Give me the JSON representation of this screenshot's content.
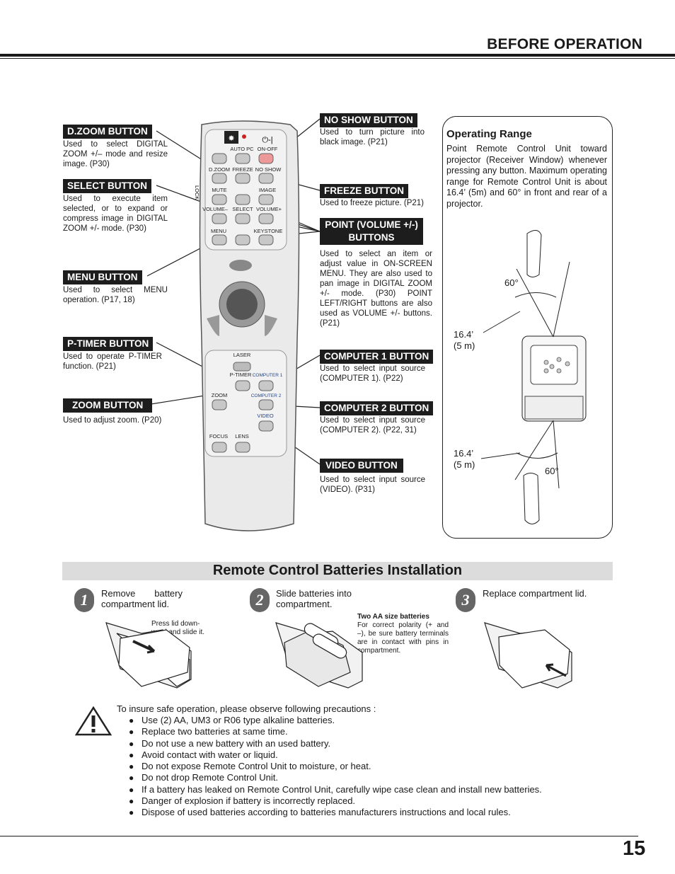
{
  "header": {
    "section_title": "BEFORE OPERATION"
  },
  "callouts": {
    "dzoom": {
      "label": "D.ZOOM BUTTON",
      "desc": "Used to select DIGITAL ZOOM +/– mode and resize image. (P30)"
    },
    "select": {
      "label": "SELECT BUTTON",
      "desc": "Used to execute item selected, or to expand or compress image in DIGITAL ZOOM +/- mode. (P30)"
    },
    "menu": {
      "label": "MENU BUTTON",
      "desc": "Used to select MENU operation. (P17, 18)"
    },
    "ptimer": {
      "label": "P-TIMER BUTTON",
      "desc": "Used to operate P-TIMER function. (P21)"
    },
    "zoom": {
      "label": "ZOOM BUTTON",
      "desc": "Used to adjust zoom. (P20)"
    },
    "noshow": {
      "label": "NO SHOW BUTTON",
      "desc": "Used to turn picture into black image. (P21)"
    },
    "freeze": {
      "label": "FREEZE BUTTON",
      "desc": "Used to freeze picture. (P21)"
    },
    "point": {
      "label_line1": "POINT (VOLUME +/-)",
      "label_line2": "BUTTONS",
      "desc": "Used to select an item or adjust value in ON-SCREEN MENU. They are also used to pan image in DIGITAL ZOOM +/- mode. (P30) POINT LEFT/RIGHT buttons are also used as VOLUME +/- buttons. (P21)"
    },
    "computer1": {
      "label": "COMPUTER 1 BUTTON",
      "desc": "Used to select input source (COMPUTER 1). (P22)"
    },
    "computer2": {
      "label": "COMPUTER 2 BUTTON",
      "desc": "Used to select input source (COMPUTER 2). (P22, 31)"
    },
    "video": {
      "label": "VIDEO BUTTON",
      "desc": "Used to select input source (VIDEO). (P31)"
    }
  },
  "remote_labels": {
    "auto_pc": "AUTO PC",
    "on_off": "ON-OFF",
    "power_symbol": "⏻-|",
    "dzoom": "D.ZOOM",
    "freeze": "FREEZE",
    "noshow": "NO SHOW",
    "mute": "MUTE",
    "image": "IMAGE",
    "volume_minus": "VOLUME–",
    "select": "SELECT",
    "volume_plus": "VOLUME+",
    "menu": "MENU",
    "keystone": "KEYSTONE",
    "lock": "LOCK",
    "laser": "LASER",
    "ptimer": "P-TIMER",
    "computer1": "COMPUTER 1",
    "zoom": "ZOOM",
    "computer2": "COMPUTER 2",
    "video": "VIDEO",
    "focus": "FOCUS",
    "lens": "LENS"
  },
  "operating_range": {
    "title": "Operating Range",
    "text": "Point Remote Control Unit toward projector (Receiver Window) whenever pressing any button. Maximum operating range for Remote Control Unit is about 16.4’ (5m) and 60° in front and rear of a projector.",
    "angle_top": "60°",
    "dist_top_line1": "16.4’",
    "dist_top_line2": "(5 m)",
    "dist_bottom_line1": "16.4’",
    "dist_bottom_line2": "(5 m)",
    "angle_bottom": "60°"
  },
  "batteries": {
    "title": "Remote Control Batteries Installation",
    "steps": [
      {
        "num": "1",
        "text": "Remove battery compartment lid.",
        "note": "Press lid down-ward and slide it."
      },
      {
        "num": "2",
        "text": "Slide batteries into compartment.",
        "note_title": "Two AA size batteries",
        "note": "For correct polarity (+ and –), be sure battery terminals are in contact with pins in compartment."
      },
      {
        "num": "3",
        "text": "Replace compartment lid."
      }
    ]
  },
  "precautions": {
    "intro": "To insure safe operation, please observe following precautions :",
    "items": [
      "Use (2) AA, UM3 or R06 type alkaline batteries.",
      "Replace two batteries at same time.",
      "Do not use a new battery with an used battery.",
      "Avoid contact with water or liquid.",
      "Do not expose Remote Control Unit to moisture, or heat.",
      "Do not drop Remote Control Unit.",
      "If a battery has leaked on Remote Control Unit, carefully wipe case clean and install new batteries.",
      "Danger of explosion if battery is incorrectly replaced.",
      "Dispose of used batteries according to batteries manufacturers instructions and local rules."
    ]
  },
  "footer": {
    "page_number": "15"
  }
}
